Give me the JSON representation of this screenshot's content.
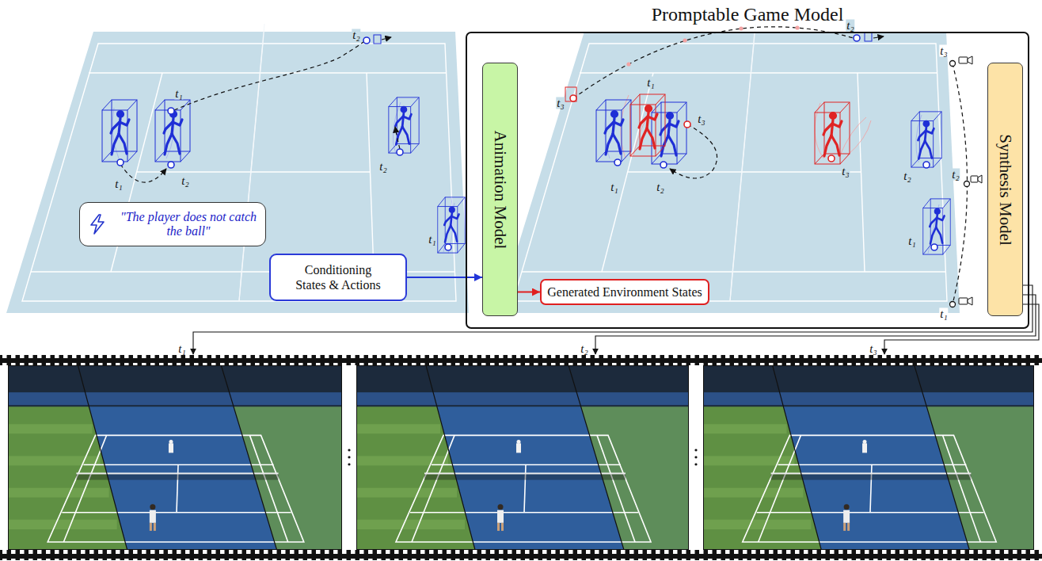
{
  "diagram": {
    "nodes": [
      {
        "text": [
          "\"The player does not catch the ball\""
        ]
      },
      {
        "text": [
          "Conditioning States & Actions"
        ]
      },
      {
        "text": [
          "Promptable Game Model"
        ]
      },
      {
        "text": [
          "Animation Model"
        ],
        "in": 2
      },
      {
        "text": [
          "Generated Environment States"
        ],
        "in": 2
      },
      {
        "text": [
          "Synthesis Model"
        ],
        "in": 2
      }
    ],
    "edges": [
      {
        "from": 1,
        "to": 3,
        "arrow": "to"
      },
      {
        "from": 3,
        "to": 4,
        "arrow": "to"
      }
    ],
    "labels": [
      "t₁",
      "t₁",
      "t₂",
      "t₂",
      "t₂",
      "t₁",
      "t₃",
      "t₁",
      "t₃",
      "t₁",
      "t₂",
      "t₂",
      "t₃",
      "t₂",
      "t₁",
      "t₃",
      "t₂",
      "t₁",
      "t₁",
      "t₂",
      "t₃"
    ]
  }
}
